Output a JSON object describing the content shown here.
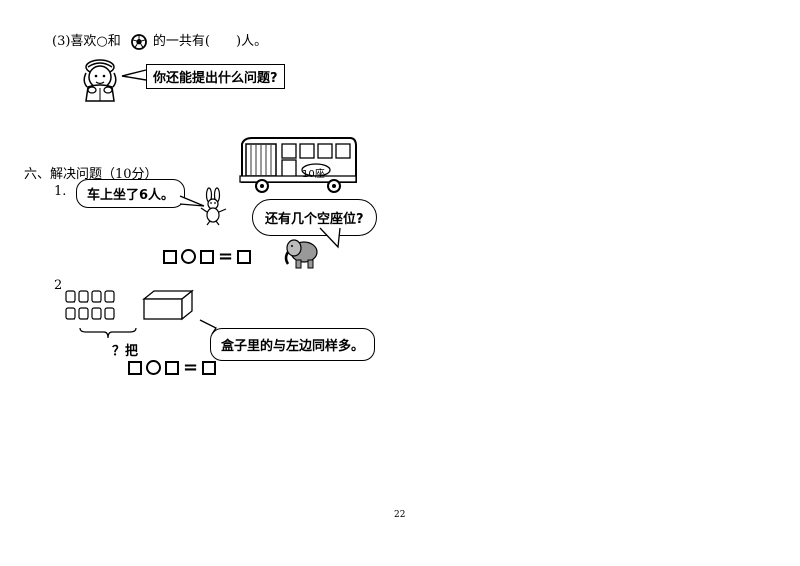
{
  "q3": {
    "prefix": "(3)喜欢",
    "circle_symbol": "○",
    "conj": "和",
    "suffix": "的一共有(　　)人。"
  },
  "girl_bubble": "你还能提出什么问题?",
  "section6": {
    "title": "六、解决问题（10分）",
    "p1_number": "1.",
    "p1_bubble_left": "车上坐了6人。",
    "p1_bubble_right": "还有几个空座位?",
    "bus_label": "10座",
    "p2_number": "2",
    "p2_brace_label": "？把",
    "p2_bubble": "盒子里的与左边同样多。",
    "equals": "="
  },
  "page_number": "22"
}
